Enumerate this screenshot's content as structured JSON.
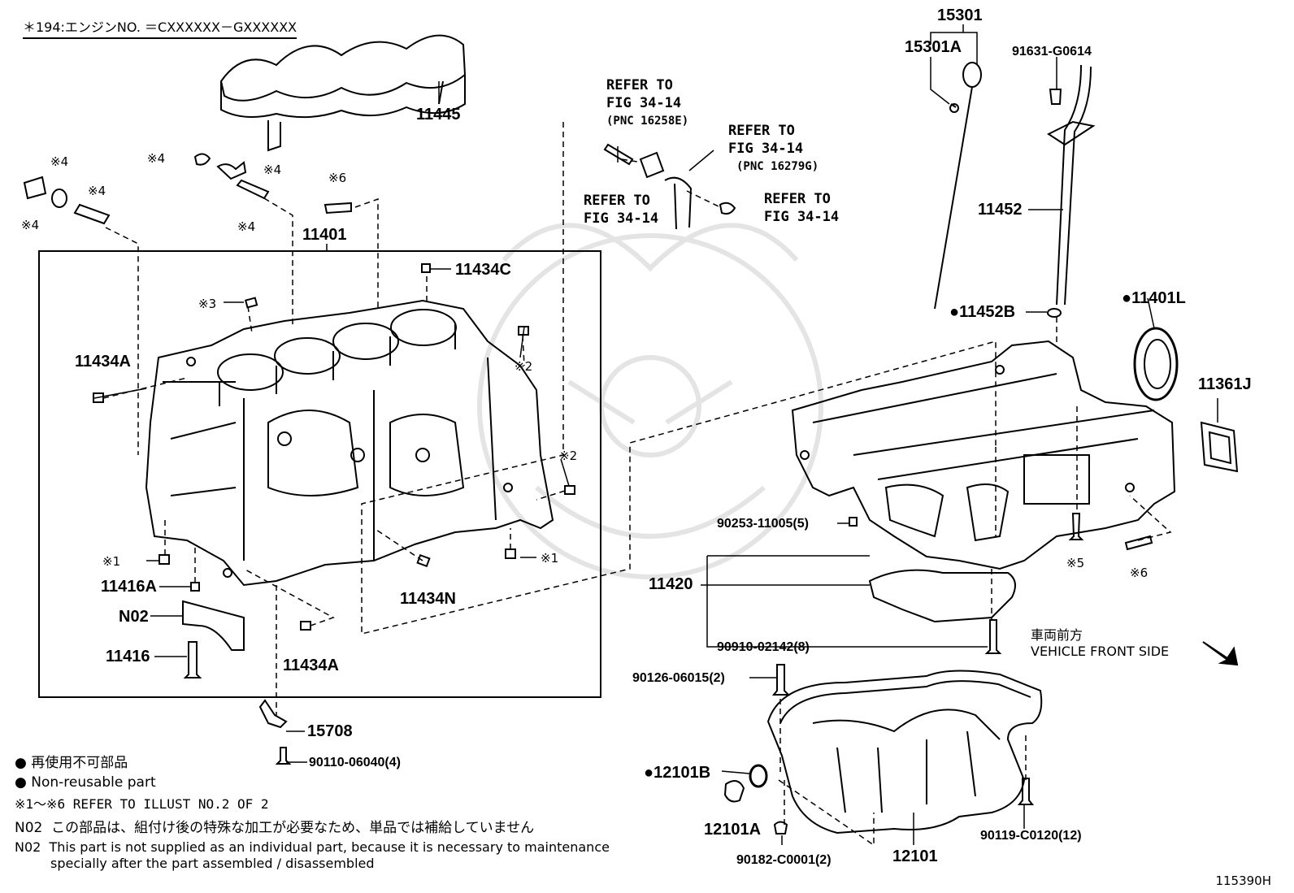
{
  "header": {
    "note": "＊194:エンジンNO. ＝CXXXXXX－GXXXXXX"
  },
  "labels": {
    "p11445": "11445",
    "p11401": "11401",
    "p11434C": "11434C",
    "p11434A_top": "11434A",
    "p11434A_bot": "11434A",
    "p11434N": "11434N",
    "p11416A": "11416A",
    "pN02": "N02",
    "p11416": "11416",
    "p15708": "15708",
    "p90110": "90110-06040(4)",
    "p15301": "15301",
    "p15301A": "15301A",
    "p91631": "91631-G0614",
    "p11452": "11452",
    "p11452B": "●11452B",
    "p11401L": "●11401L",
    "p11361J": "11361J",
    "p11420": "11420",
    "p90253": "90253-11005(5)",
    "p90910": "90910-02142(8)",
    "p90126": "90126-06015(2)",
    "p12101B": "●12101B",
    "p12101A": "12101A",
    "p12101": "12101",
    "p90182": "90182-C0001(2)",
    "p90119": "90119-C0120(12)"
  },
  "marks": {
    "m4a": "※4",
    "m4b": "※4",
    "m4c": "※4",
    "m4d": "※4",
    "m4e": "※4",
    "m4f": "※4",
    "m6a": "※6",
    "m6b": "※6",
    "m3": "※3",
    "m2a": "※2",
    "m2b": "※2",
    "m1a": "※1",
    "m1b": "※1",
    "m5": "※5"
  },
  "refs": {
    "r1": [
      "REFER TO",
      "FIG 34-14",
      "(PNC 16258E)"
    ],
    "r2": [
      "REFER TO",
      "FIG 34-14",
      "(PNC 16279G)"
    ],
    "r3": [
      "REFER TO",
      "FIG 34-14"
    ],
    "r4": [
      "REFER TO",
      "FIG 34-14"
    ]
  },
  "front": {
    "jp": "車両前方",
    "en": "VEHICLE FRONT SIDE"
  },
  "legend": {
    "jp": "● 再使用不可部品",
    "en": "● Non-reusable part",
    "refer": "※1～※6 REFER TO ILLUST NO.2 OF 2",
    "n02_jp_code": "N02",
    "n02_jp": "この部品は、組付け後の特殊な加工が必要なため、単品では補給していません",
    "n02_en_code": "N02",
    "n02_en1": "This part is not supplied as an individual part, because it is necessary to maintenance",
    "n02_en2": "specially after the part assembled / disassembled"
  },
  "illustration_code": "115390H"
}
